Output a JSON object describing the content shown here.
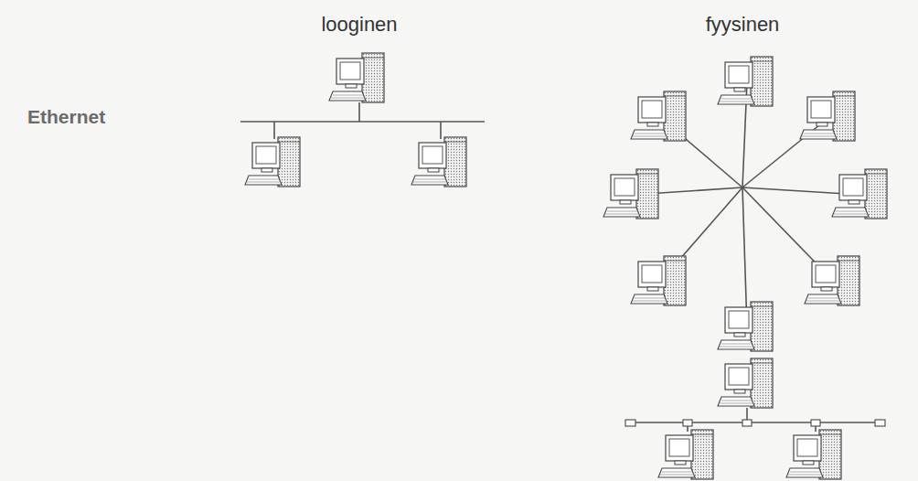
{
  "diagram": {
    "labels": [
      "Ethernet",
      "looginen",
      "fyysinen"
    ]
  }
}
